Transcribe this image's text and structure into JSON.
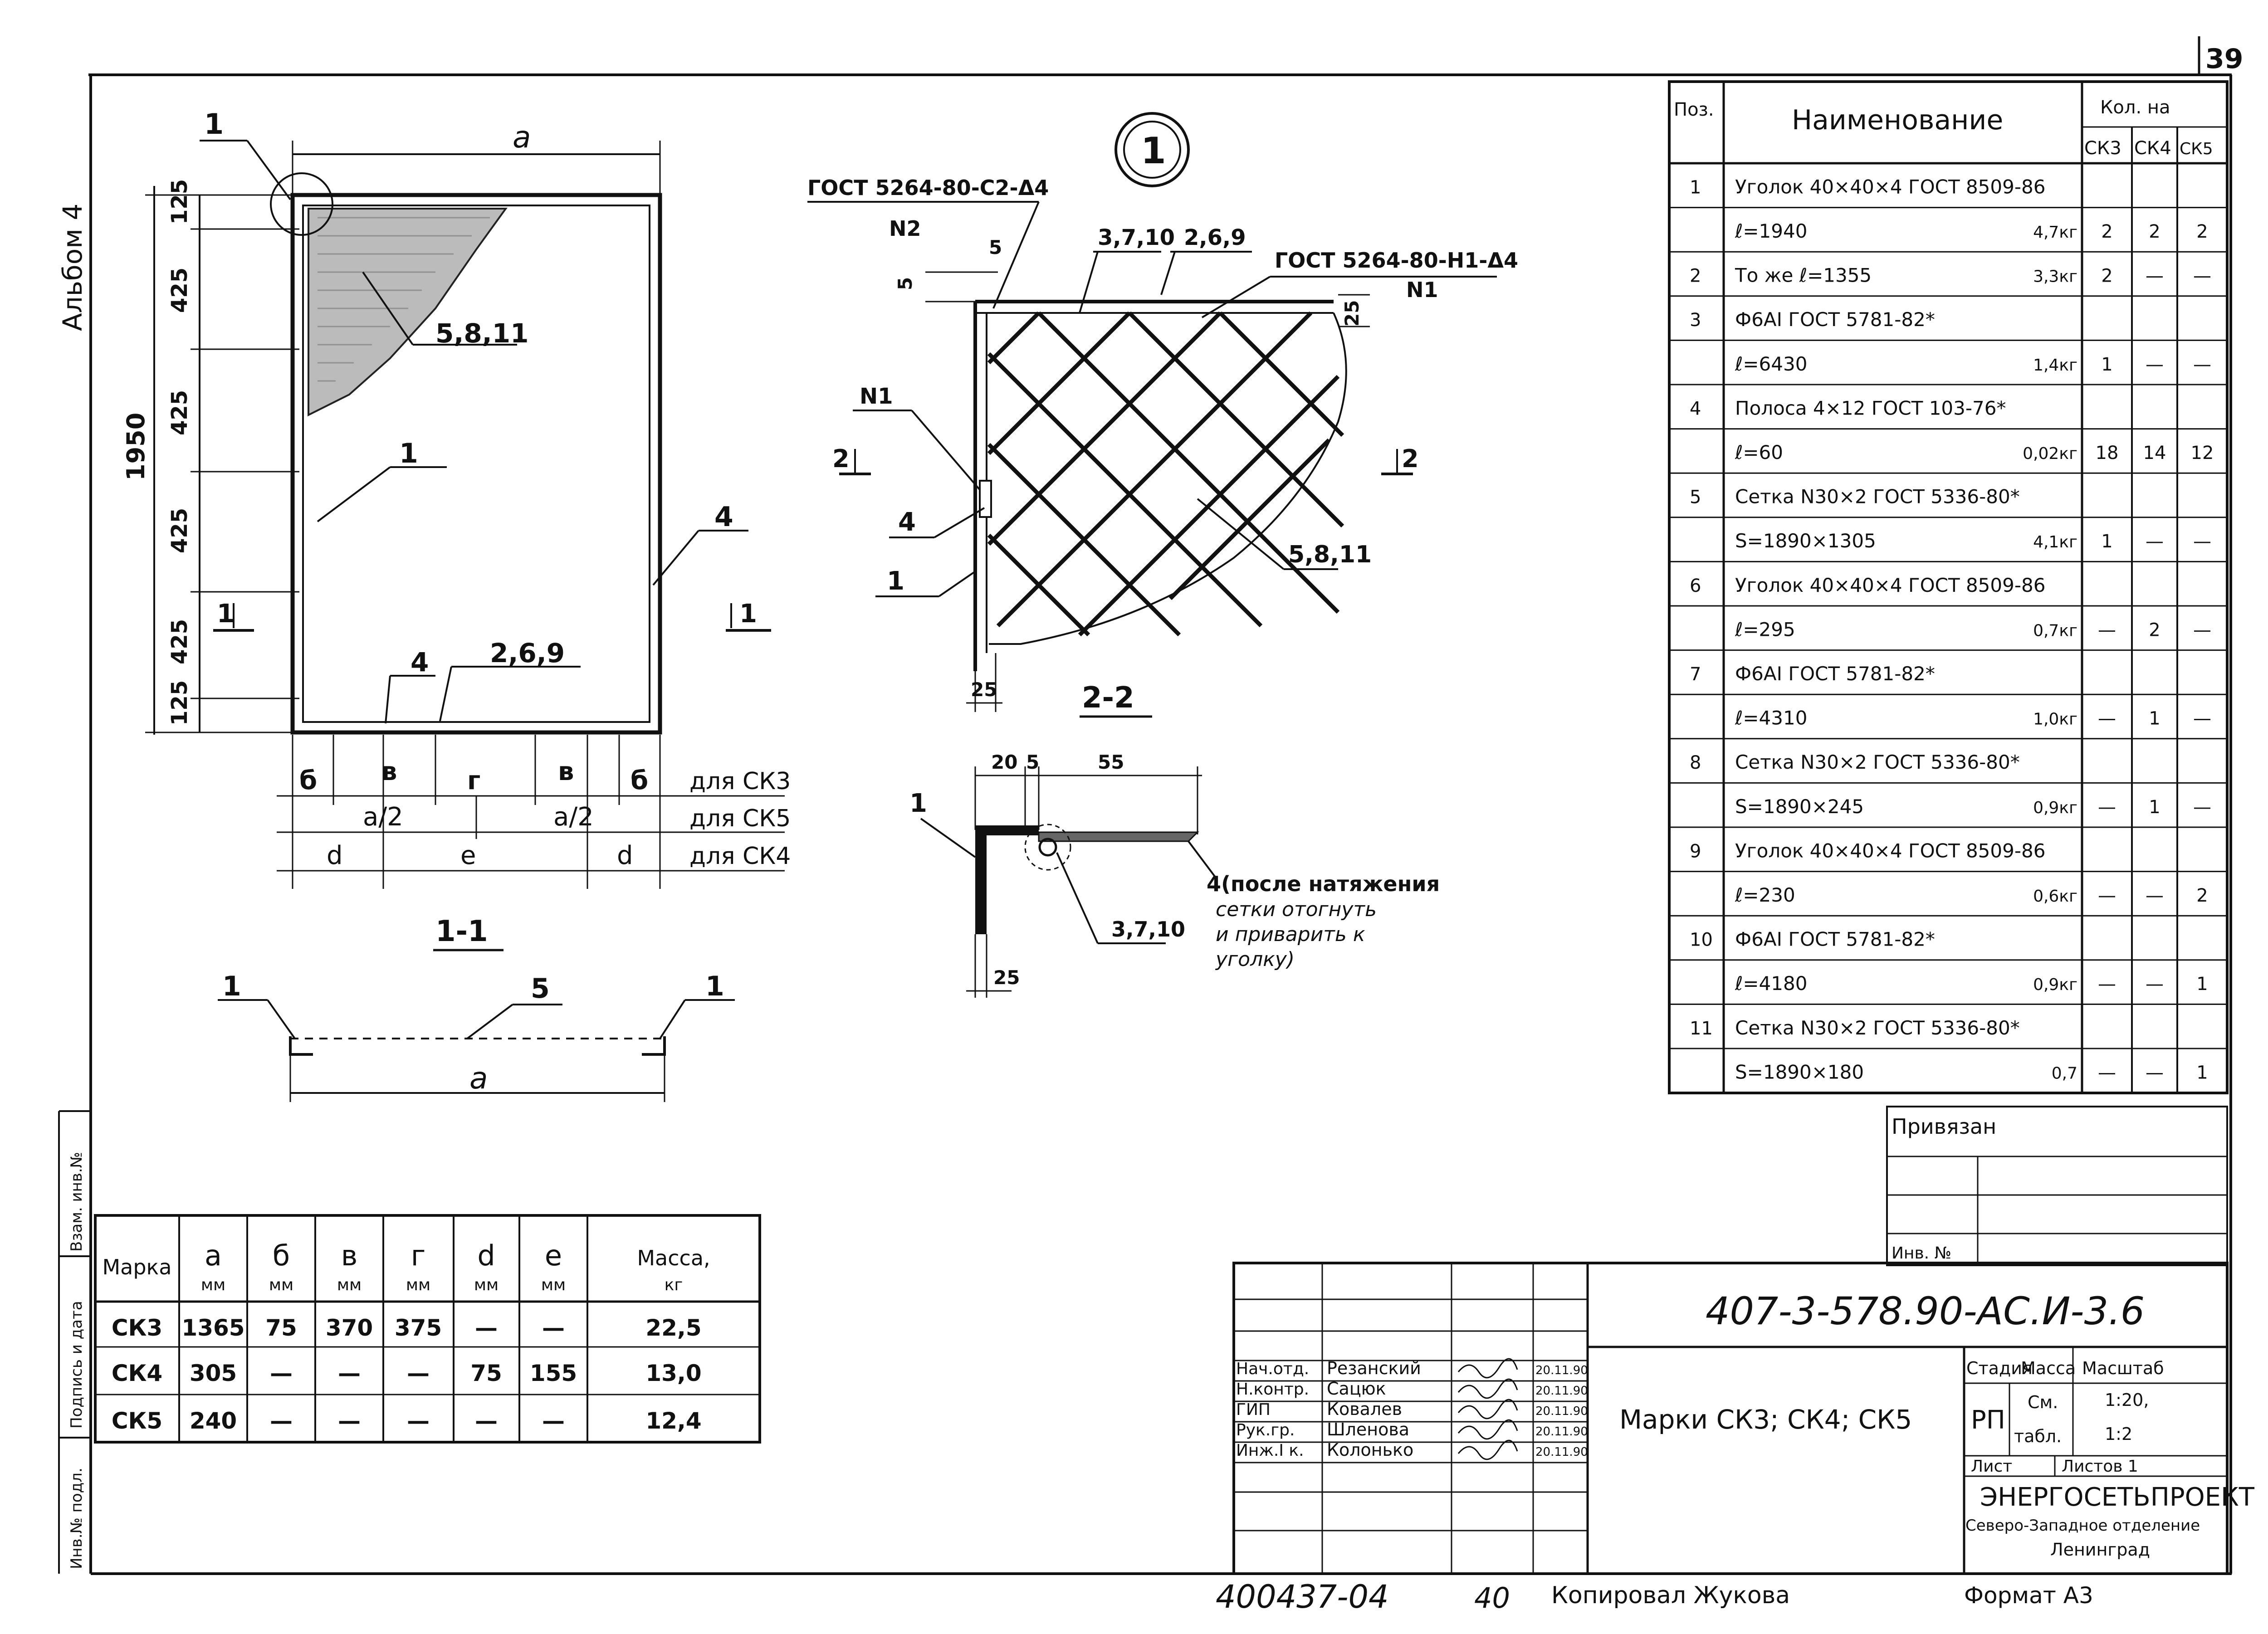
{
  "sheet": {
    "page_no": "39",
    "album_label": "Альбом 4",
    "copied_by": "Копировал Жукова",
    "format": "Формат А3",
    "archive_no": "400437-04",
    "archive_sheet": "40"
  },
  "drawing": {
    "dim_a": "a",
    "dim_a_section": "a",
    "dim_total": "1950",
    "dims_left": [
      "125",
      "425",
      "425",
      "425",
      "425",
      "125"
    ],
    "label_1": "1",
    "label_4": "4",
    "label_5811": "5,8,11",
    "label_269": "2,6,9",
    "label_4_bottom": "4",
    "section_mark": "1",
    "bottom_dims": {
      "row1": [
        "б",
        "в",
        "г",
        "в",
        "б"
      ],
      "row1_tail": "для СК3",
      "row2": [
        "a/2",
        "a/2"
      ],
      "row2_tail": "для СК5",
      "row3": [
        "d",
        "e",
        "d"
      ],
      "row3_tail": "для СК4"
    },
    "section_11": {
      "title": "1-1",
      "label_1_left": "1",
      "label_5": "5",
      "label_1_right": "1"
    },
    "node": {
      "circle_label": "1",
      "gost_left": "ГОСТ 5264-80-С2-Δ4",
      "n2": "N2",
      "dim_5_top": "5",
      "dim_5_left": "5",
      "label_3710": "3,7,10",
      "label_269": "2,6,9",
      "gost_right": "ГОСТ 5264-80-Н1-Δ4",
      "n1_right": "N1",
      "dim_25_right": "25",
      "n1_left": "N1",
      "label_4": "4",
      "label_1": "1",
      "label_5811": "5,8,11",
      "cut_left": "2",
      "cut_right": "2",
      "dim_25_bottom": "25"
    },
    "section_22": {
      "title": "2-2",
      "dim_20": "20",
      "dim_5": "5",
      "dim_55": "55",
      "label_1": "1",
      "label_3710": "3,7,10",
      "dim_25": "25",
      "note": [
        "4(после натяжения",
        "сетки отогнуть",
        "и приварить к",
        "уголку)"
      ]
    }
  },
  "spec": {
    "headers": {
      "pos": "Поз.",
      "name": "Наименование",
      "qty": "Кол. на",
      "sk3": "СК3",
      "sk4": "СК4",
      "sk5": "СК5"
    },
    "rows": [
      {
        "pos": "1",
        "name": "Уголок 40×40×4 ГОСТ 8509-86",
        "mass": "",
        "sk3": "",
        "sk4": "",
        "sk5": ""
      },
      {
        "pos": "",
        "name": "ℓ=1940",
        "mass": "4,7кг",
        "sk3": "2",
        "sk4": "2",
        "sk5": "2"
      },
      {
        "pos": "2",
        "name": "То же ℓ=1355",
        "mass": "3,3кг",
        "sk3": "2",
        "sk4": "—",
        "sk5": "—"
      },
      {
        "pos": "3",
        "name": "Ф6АI ГОСТ 5781-82*",
        "mass": "",
        "sk3": "",
        "sk4": "",
        "sk5": ""
      },
      {
        "pos": "",
        "name": "ℓ=6430",
        "mass": "1,4кг",
        "sk3": "1",
        "sk4": "—",
        "sk5": "—"
      },
      {
        "pos": "4",
        "name": "Полоса 4×12 ГОСТ 103-76*",
        "mass": "",
        "sk3": "",
        "sk4": "",
        "sk5": ""
      },
      {
        "pos": "",
        "name": "ℓ=60",
        "mass": "0,02кг",
        "sk3": "18",
        "sk4": "14",
        "sk5": "12"
      },
      {
        "pos": "5",
        "name": "Сетка N30×2 ГОСТ 5336-80*",
        "mass": "",
        "sk3": "",
        "sk4": "",
        "sk5": ""
      },
      {
        "pos": "",
        "name": "S=1890×1305",
        "mass": "4,1кг",
        "sk3": "1",
        "sk4": "—",
        "sk5": "—"
      },
      {
        "pos": "6",
        "name": "Уголок 40×40×4 ГОСТ 8509-86",
        "mass": "",
        "sk3": "",
        "sk4": "",
        "sk5": ""
      },
      {
        "pos": "",
        "name": "ℓ=295",
        "mass": "0,7кг",
        "sk3": "—",
        "sk4": "2",
        "sk5": "—"
      },
      {
        "pos": "7",
        "name": "Ф6АI ГОСТ 5781-82*",
        "mass": "",
        "sk3": "",
        "sk4": "",
        "sk5": ""
      },
      {
        "pos": "",
        "name": "ℓ=4310",
        "mass": "1,0кг",
        "sk3": "—",
        "sk4": "1",
        "sk5": "—"
      },
      {
        "pos": "8",
        "name": "Сетка N30×2 ГОСТ 5336-80*",
        "mass": "",
        "sk3": "",
        "sk4": "",
        "sk5": ""
      },
      {
        "pos": "",
        "name": "S=1890×245",
        "mass": "0,9кг",
        "sk3": "—",
        "sk4": "1",
        "sk5": "—"
      },
      {
        "pos": "9",
        "name": "Уголок 40×40×4 ГОСТ 8509-86",
        "mass": "",
        "sk3": "",
        "sk4": "",
        "sk5": ""
      },
      {
        "pos": "",
        "name": "ℓ=230",
        "mass": "0,6кг",
        "sk3": "—",
        "sk4": "—",
        "sk5": "2"
      },
      {
        "pos": "10",
        "name": "Ф6АI ГОСТ 5781-82*",
        "mass": "",
        "sk3": "",
        "sk4": "",
        "sk5": ""
      },
      {
        "pos": "",
        "name": "ℓ=4180",
        "mass": "0,9кг",
        "sk3": "—",
        "sk4": "—",
        "sk5": "1"
      },
      {
        "pos": "11",
        "name": "Сетка N30×2 ГОСТ 5336-80*",
        "mass": "",
        "sk3": "",
        "sk4": "",
        "sk5": ""
      },
      {
        "pos": "",
        "name": "S=1890×180",
        "mass": "0,7",
        "sk3": "—",
        "sk4": "—",
        "sk5": "1"
      }
    ]
  },
  "privyazan": {
    "label": "Привязан",
    "inv_no": "Инв. №"
  },
  "marks_table": {
    "headers": [
      {
        "top": "Марка",
        "unit": ""
      },
      {
        "top": "a",
        "unit": "мм"
      },
      {
        "top": "б",
        "unit": "мм"
      },
      {
        "top": "в",
        "unit": "мм"
      },
      {
        "top": "г",
        "unit": "мм"
      },
      {
        "top": "d",
        "unit": "мм"
      },
      {
        "top": "e",
        "unit": "мм"
      },
      {
        "top": "Масса,",
        "unit": "кг"
      }
    ],
    "rows": [
      [
        "СК3",
        "1365",
        "75",
        "370",
        "375",
        "—",
        "—",
        "22,5"
      ],
      [
        "СК4",
        "305",
        "—",
        "—",
        "—",
        "75",
        "155",
        "13,0"
      ],
      [
        "СК5",
        "240",
        "—",
        "—",
        "—",
        "—",
        "—",
        "12,4"
      ]
    ]
  },
  "left_strip": [
    "Инв.№ подл.",
    "Подпись и дата",
    "Взам. инв.№"
  ],
  "title_block": {
    "code": "407-3-578.90-АС.И-3.6",
    "sheet_title": "Марки СК3; СК4; СК5",
    "signatures": [
      {
        "role": "Нач.отд.",
        "name": "Резанский",
        "date": "20.11.90"
      },
      {
        "role": "Н.контр.",
        "name": "Сацюк",
        "date": "20.11.90"
      },
      {
        "role": "ГИП",
        "name": "Ковалев",
        "date": "20.11.90"
      },
      {
        "role": "Рук.гр.",
        "name": "Шленова",
        "date": "20.11.90"
      },
      {
        "role": "Инж.I к.",
        "name": "Колонько",
        "date": "20.11.90"
      }
    ],
    "stage_header": "Стадия",
    "mass_header": "Масса",
    "scale_header": "Масштаб",
    "stage": "РП",
    "mass_value": [
      "См.",
      "табл."
    ],
    "scale_value": [
      "1:20,",
      "1:2"
    ],
    "sheet_label": "Лист",
    "sheets_label": "Листов 1",
    "org": [
      "ЭНЕРГОСЕТЬПРОЕКТ",
      "Северо-Западное отделение",
      "Ленинград"
    ]
  }
}
